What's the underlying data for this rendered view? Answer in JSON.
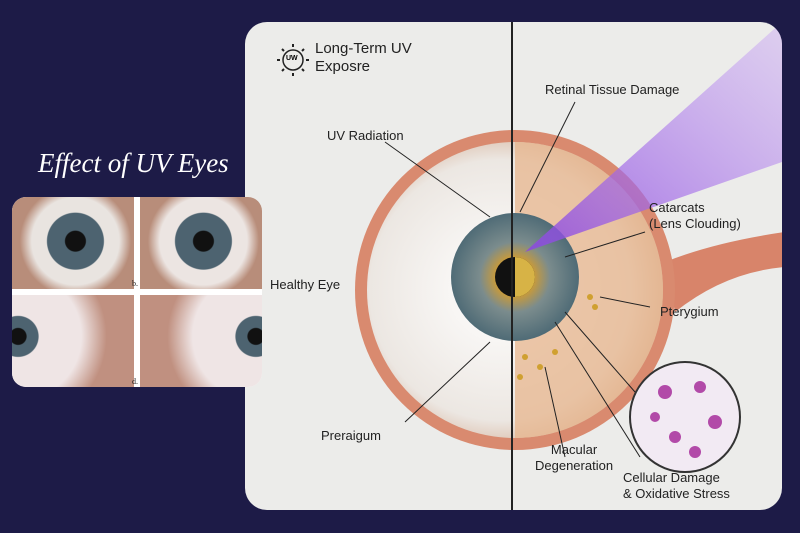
{
  "left": {
    "title": "Effect of UV Eyes",
    "photo_labels": [
      "b.",
      "d."
    ]
  },
  "panel": {
    "header": {
      "line1": "Long-Term UV",
      "line2": "Exposre",
      "icon_text": "UW"
    },
    "labels": {
      "uv_radiation": "UV Radiation",
      "healthy_eye": "Healthy Eye",
      "preraigum": "Preraigum",
      "retinal": "Retinal Tissue Damage",
      "cataracts1": "Catarcats",
      "cataracts2": "(Lens Clouding)",
      "pterygium": "Pterygium",
      "macular1": "Macular",
      "macular2": "Degeneration",
      "cellular1": "Cellular Damage",
      "cellular2": "& Oxidative Stress"
    }
  }
}
